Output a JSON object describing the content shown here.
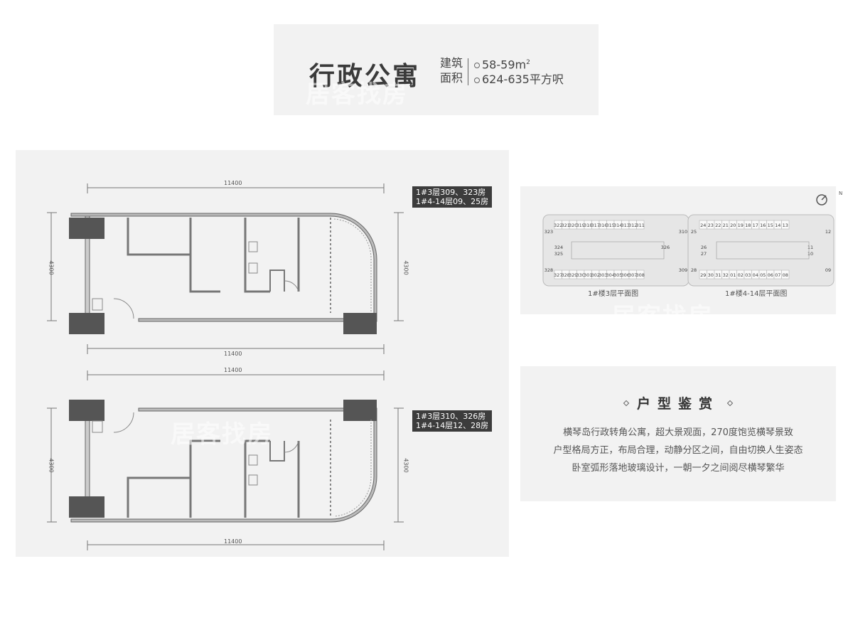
{
  "header": {
    "title": "行政公寓",
    "label_line1": "建筑",
    "label_line2": "面积",
    "area_sqm": "58-59m",
    "area_sqm_sup": "2",
    "area_sqft": "624-635平方呎"
  },
  "plans": {
    "top": {
      "dim_top": "11400",
      "dim_bottom": "11400",
      "dim_left": "4300",
      "dim_right": "4300",
      "label_line1": "1#3层309、323房",
      "label_line2": "1#4-14层09、25房"
    },
    "bottom": {
      "dim_top": "11400",
      "dim_bottom": "11400",
      "dim_left": "4300",
      "dim_right": "4300",
      "label_line1": "1#3层310、326房",
      "label_line2": "1#4-14层12、28房"
    }
  },
  "keymap": {
    "compass": "N",
    "left": {
      "caption": "1#楼3层平面图",
      "top_row": [
        "322",
        "321",
        "320",
        "319",
        "318",
        "317",
        "316",
        "315",
        "314",
        "313",
        "312",
        "311"
      ],
      "bottom_row": [
        "327",
        "328",
        "329",
        "330",
        "301",
        "302",
        "303",
        "304",
        "305",
        "306",
        "307",
        "308"
      ],
      "left_top": "323",
      "left_bottom": "328",
      "right_top": "310",
      "right_bottom": "309",
      "inner": [
        "324",
        "325",
        "326"
      ]
    },
    "right": {
      "caption": "1#楼4-14层平面图",
      "top_row": [
        "24",
        "23",
        "22",
        "21",
        "20",
        "19",
        "18",
        "17",
        "16",
        "15",
        "14",
        "13"
      ],
      "bottom_row": [
        "29",
        "30",
        "31",
        "32",
        "01",
        "02",
        "03",
        "04",
        "05",
        "06",
        "07",
        "08"
      ],
      "left_top": "25",
      "left_bottom": "28",
      "right_top": "12",
      "right_bottom": "09",
      "inner": [
        "26",
        "27",
        "11",
        "10"
      ]
    }
  },
  "description": {
    "heading": "户型鉴赏",
    "lines": [
      "横琴岛行政转角公寓，超大景观面，270度饱览横琴景致",
      "户型格局方正，布局合理，动静分区之间，自由切换人生姿态",
      "卧室弧形落地玻璃设计，一朝一夕之间阅尽横琴繁华"
    ]
  },
  "watermark": "居客找房"
}
